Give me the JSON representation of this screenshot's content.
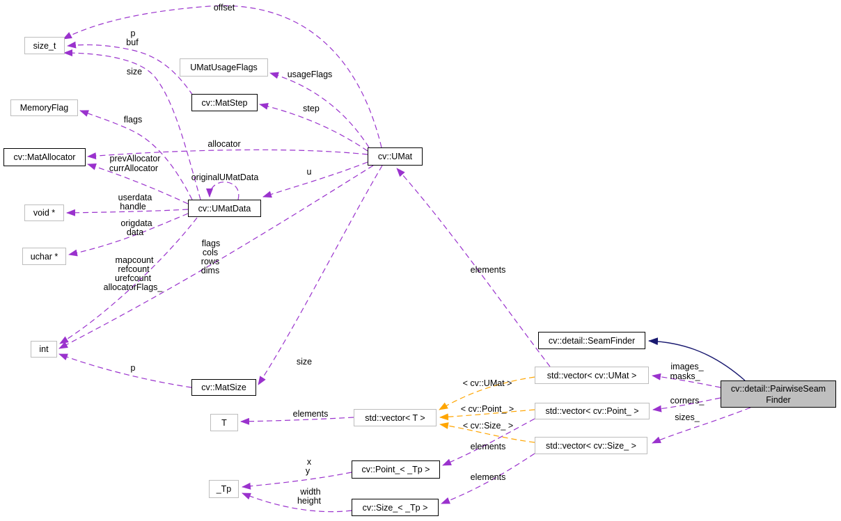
{
  "graph": {
    "kind": "collaboration-diagram",
    "focus_class": "cv::detail::PairwiseSeamFinder",
    "colors": {
      "usage_edge": "#9a32cd",
      "template_edge": "#ffa500",
      "inheritance_edge": "#191970",
      "plain_border": "#bdbdbd",
      "documented_border": "#000000",
      "focus_fill": "#bfbfbf"
    },
    "nodes": {
      "size_t": {
        "label": "size_t"
      },
      "memory_flag": {
        "label": "MemoryFlag"
      },
      "umat_usage_flags": {
        "label": "UMatUsageFlags"
      },
      "mat_step": {
        "label": "cv::MatStep"
      },
      "mat_allocator": {
        "label": "cv::MatAllocator"
      },
      "void_ptr": {
        "label": "void *"
      },
      "uchar_ptr": {
        "label": "uchar *"
      },
      "umat_data": {
        "label": "cv::UMatData"
      },
      "umat": {
        "label": "cv::UMat"
      },
      "int": {
        "label": "int"
      },
      "mat_size": {
        "label": "cv::MatSize"
      },
      "t": {
        "label": "T"
      },
      "tp": {
        "label": "_Tp"
      },
      "vector_t": {
        "label": "std::vector< T >"
      },
      "point_tp": {
        "label": "cv::Point_< _Tp >"
      },
      "size_tp": {
        "label": "cv::Size_< _Tp >"
      },
      "seam_finder": {
        "label": "cv::detail::SeamFinder"
      },
      "vector_umat": {
        "label": "std::vector< cv::UMat >"
      },
      "vector_point": {
        "label": "std::vector< cv::Point_ >"
      },
      "vector_size": {
        "label": "std::vector< cv::Size_ >"
      },
      "pairwise_seam_finder": {
        "label": "cv::detail::PairwiseSeam",
        "label2": "Finder"
      }
    },
    "edge_labels": {
      "offset": "offset",
      "p_matstep": "p",
      "buf": "buf",
      "size_sizet": "size",
      "flags_memory": "flags",
      "usage_flags": "usageFlags",
      "step": "step",
      "allocator": "allocator",
      "prev_allocator": "prevAllocator",
      "curr_allocator": "currAllocator",
      "original_umat_data": "originalUMatData",
      "u": "u",
      "userdata": "userdata",
      "handle": "handle",
      "origdata": "origdata",
      "data": "data",
      "mapcount": "mapcount",
      "refcount": "refcount",
      "urefcount": "urefcount",
      "allocator_flags": "allocatorFlags_",
      "flags_int": "flags",
      "cols": "cols",
      "rows": "rows",
      "dims": "dims",
      "elements_umat": "elements",
      "size_matsize": "size",
      "p_int": "p",
      "elements_t": "elements",
      "tmpl_umat": "< cv::UMat >",
      "tmpl_point": "< cv::Point_ >",
      "tmpl_size": "< cv::Size_ >",
      "elements_point": "elements",
      "elements_size": "elements",
      "x": "x",
      "y": "y",
      "width": "width",
      "height": "height",
      "images": "images_",
      "masks": "masks_",
      "corners": "corners_",
      "sizes": "sizes_"
    }
  }
}
